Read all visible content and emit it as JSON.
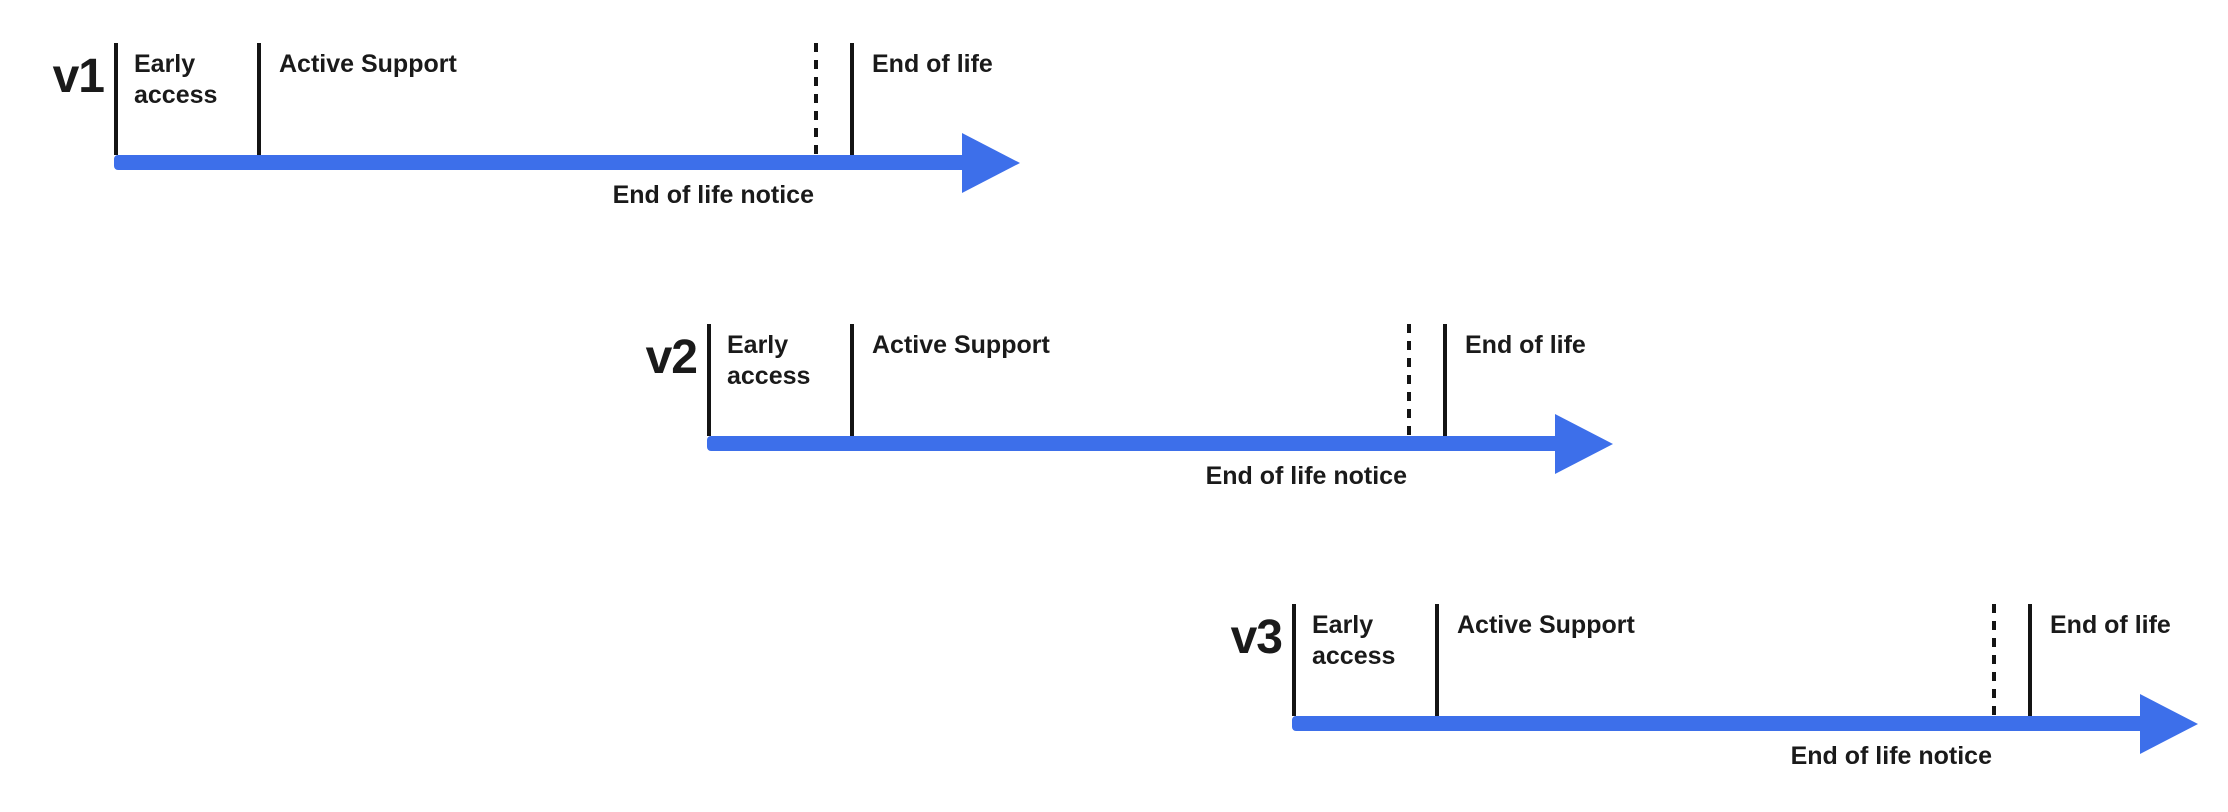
{
  "diagram": {
    "accent_color": "#3D6FEA",
    "text_color": "#1A1A1A",
    "timelines": [
      {
        "version": "v1",
        "labels": {
          "early_access": "Early access",
          "active_support": "Active Support",
          "end_of_life": "End of life",
          "end_of_life_notice": "End of life notice"
        }
      },
      {
        "version": "v2",
        "labels": {
          "early_access": "Early access",
          "active_support": "Active Support",
          "end_of_life": "End of life",
          "end_of_life_notice": "End of life notice"
        }
      },
      {
        "version": "v3",
        "labels": {
          "early_access": "Early access",
          "active_support": "Active Support",
          "end_of_life": "End of life",
          "end_of_life_notice": "End of life notice"
        }
      }
    ]
  }
}
